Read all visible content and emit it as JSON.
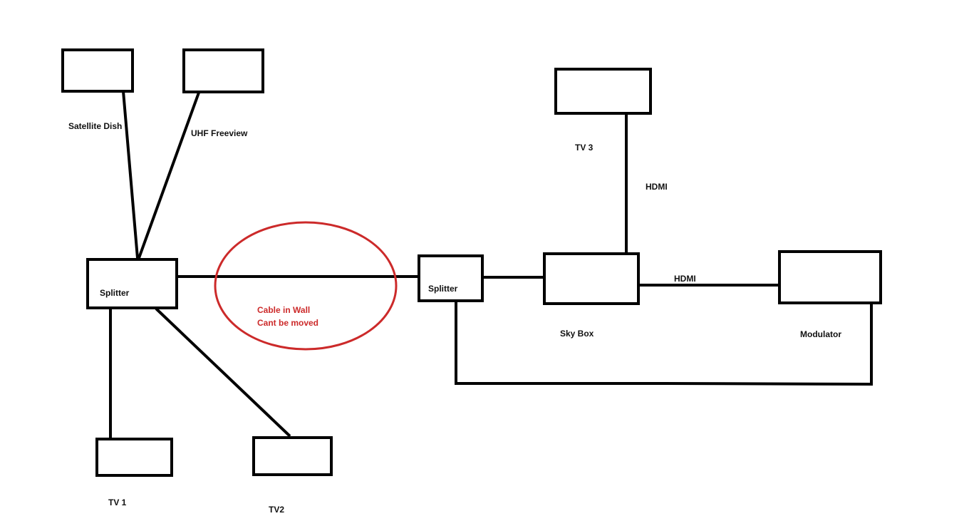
{
  "diagram": {
    "labels": {
      "satellite_dish": "Satellite Dish",
      "uhf_freeview": "UHF Freeview",
      "splitter_left": "Splitter",
      "splitter_right": "Splitter",
      "tv1": "TV 1",
      "tv2": "TV2",
      "tv3": "TV 3",
      "hdmi_vertical": "HDMI",
      "hdmi_horizontal": "HDMI",
      "sky_box": "Sky Box",
      "modulator": "Modulator"
    },
    "annotation": {
      "line1": "Cable in Wall",
      "line2": "Cant be moved"
    },
    "colors": {
      "stroke": "#000000",
      "annotation": "#cc2a2a",
      "background": "#ffffff"
    }
  }
}
